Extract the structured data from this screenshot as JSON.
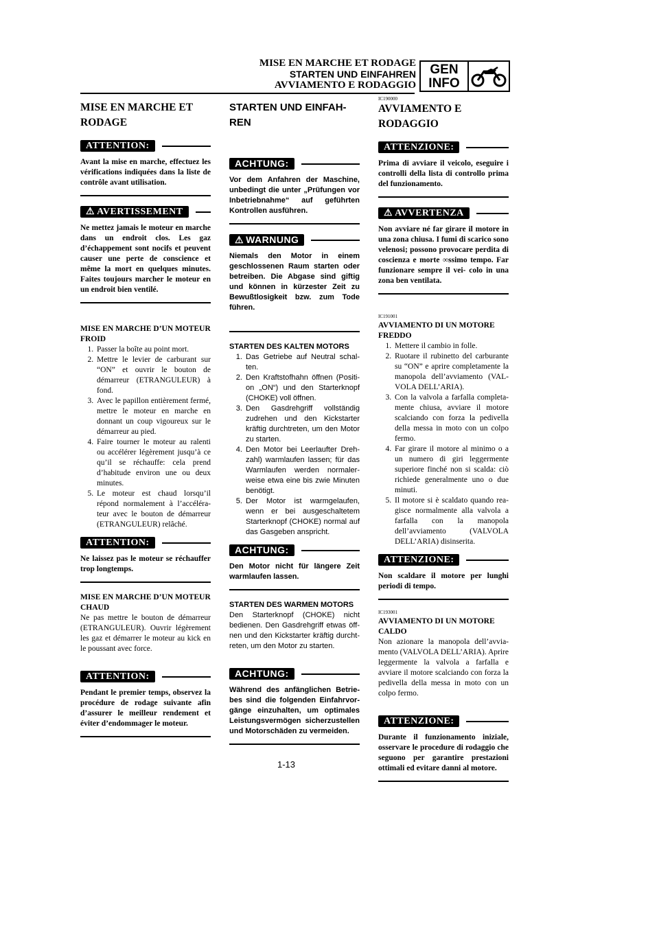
{
  "header": {
    "line1": "MISE EN MARCHE ET RODAGE",
    "line2": "STARTEN UND EINFAHREN",
    "line3": "AVVIAMENTO E RODAGGIO",
    "badge_line1": "GEN",
    "badge_line2": "INFO",
    "badge_icon": "motorcycle-icon"
  },
  "col_fr": {
    "title": "MISE EN MARCHE ET RODAGE",
    "attention1_label": "ATTENTION:",
    "attention1_text": "Avant la mise en marche, effectuez les vérifications indiquées dans la liste de contrôle avant utilisation.",
    "warning_label": "AVERTISSEMENT",
    "warning_text": "Ne mettez jamais le moteur en marche dans un endroit clos. Les gaz d’échappement sont nocifs et peuvent causer une perte de conscience et même la mort en quelques minutes. Faites toujours marcher le moteur en un endroit bien ventilé.",
    "cold_title": "MISE EN MARCHE D’UN MOTEUR FROID",
    "cold_steps": [
      "Passer la boîte au point mort.",
      "Mettre le levier de carburant sur “ON” et ouvrir le bouton de démarreur (ETRANGULEUR) à fond.",
      "Avec le papillon entièrement fermé, mettre le moteur en marche en donnant un coup vigoureux sur le démarreur au pied.",
      "Faire tourner le moteur au ralenti ou accélérer légèrement jusqu’à ce qu’il se réchauffe: cela prend d’habitude environ une ou deux minutes.",
      "Le moteur est chaud lorsqu’il répond normalement à l’accéléra- teur avec le bouton de démarreur (ETRANGULEUR) relâché."
    ],
    "attention2_label": "ATTENTION:",
    "attention2_text": "Ne laissez pas le moteur se réchauffer trop longtemps.",
    "warm_title": "MISE EN MARCHE D’UN MOTEUR CHAUD",
    "warm_text": "Ne pas mettre le bouton de démarreur (ETRANGULEUR). Ouvrir légèrement les gaz et démarrer le moteur au kick en le poussant avec force.",
    "attention3_label": "ATTENTION:",
    "attention3_text": "Pendant le premier temps, observez la procédure de rodage suivante afin d’assurer le meilleur rendement et éviter d’endommager le moteur."
  },
  "col_de": {
    "title": "STARTEN UND EINFAH- REN",
    "achtung1_label": "ACHTUNG:",
    "achtung1_text": "Vor dem Anfahren der Maschine, unbedingt die unter „Prüfungen vor Inbetriebnahme“ auf geführten Kontrollen ausführen.",
    "warning_label": "WARNUNG",
    "warning_text": "Niemals den Motor in einem geschlossenen Raum starten oder betreiben. Die Abgase sind giftig und können in kürzester Zeit zu Bewußtlosigkeit bzw. zum Tode führen.",
    "cold_title": "STARTEN DES KALTEN MOTORS",
    "cold_steps": [
      "Das Getriebe auf Neutral schal- ten.",
      "Den Kraftstofhahn öffnen (Positi- on „ON“) und den Starterknopf (CHOKE) voll öffnen.",
      "Den Gasdrehgriff vollständig zudrehen und den Kickstarter kräftig durchtreten, um den Motor zu starten.",
      "Den Motor bei Leerlaufter Dreh- zahl) warmlaufen lassen; für das Warmlaufen werden normaler- weise etwa eine bis zwie Minuten benötigt.",
      "Der Motor ist warmgelaufen, wenn er bei ausgeschaltetem Starterknopf (CHOKE) normal auf das Gasgeben anspricht."
    ],
    "achtung2_label": "ACHTUNG:",
    "achtung2_text": "Den Motor nicht für längere Zeit warmlaufen lassen.",
    "warm_title": "STARTEN DES WARMEN MOTORS",
    "warm_text": "Den Starterknopf (CHOKE) nicht bedienen. Den Gasdrehgriff etwas öff- nen und den Kickstarter kräftig durcht- reten, um den Motor zu starten.",
    "achtung3_label": "ACHTUNG:",
    "achtung3_text": "Während des anfänglichen Betrie- bes sind die folgenden Einfahrvor- gänge einzuhalten, um optimales Leistungsvermögen sicherzustellen und Motorschäden zu vermeiden."
  },
  "col_it": {
    "code1": "IC190000",
    "title": "AVVIAMENTO E RODAGGIO",
    "attenzione1_label": "ATTENZIONE:",
    "attenzione1_text": "Prima di avviare il veicolo, eseguire i controlli della lista di controllo prima del funzionamento.",
    "warning_label": "AVVERTENZA",
    "warning_text": "Non avviare né far girare il motore in una zona chiusa. I fumi di scarico sono velenosi; possono provocare perdita di coscienza e morte ∞ssimo tempo. Far funzionare sempre il vei- colo in una zona ben ventilata.",
    "code2": "IC191001",
    "cold_title": "AVVIAMENTO DI UN MOTORE FREDDO",
    "cold_steps": [
      "Mettere il cambio in folle.",
      "Ruotare il rubinetto del carburante su “ON” e aprire completamente la manopola dell’avviamento (VAL- VOLA DELL’ARIA).",
      "Con la valvola a farfalla completa- mente chiusa, avviare il motore scalciando con forza la pedivella della messa in moto con un colpo fermo.",
      "Far girare il motore al minimo o a un numero di giri leggermente superiore finché non si scalda: ciò richiede generalmente uno o due minuti.",
      "Il motore si è scaldato quando rea- gisce normalmente alla valvola a farfalla con la manopola dell’avviamento (VALVOLA DELL’ARIA) disinserita."
    ],
    "attenzione2_label": "ATTENZIONE:",
    "attenzione2_text": "Non scaldare il motore per lunghi periodi di tempo.",
    "code3": "IC193001",
    "warm_title": "AVVIAMENTO DI UN MOTORE CALDO",
    "warm_text": "Non azionare la manopola dell’avvia- mento (VALVOLA DELL’ARIA). Aprire leggermente la valvola a farfalla e avviare il motore scalciando con forza la pedivella della messa in moto con un colpo fermo.",
    "attenzione3_label": "ATTENZIONE:",
    "attenzione3_text": "Durante il funzionamento iniziale, osservare le procedure di rodaggio che seguono per garantire prestazioni ottimali ed evitare danni al motore."
  },
  "page_number": "1-13"
}
